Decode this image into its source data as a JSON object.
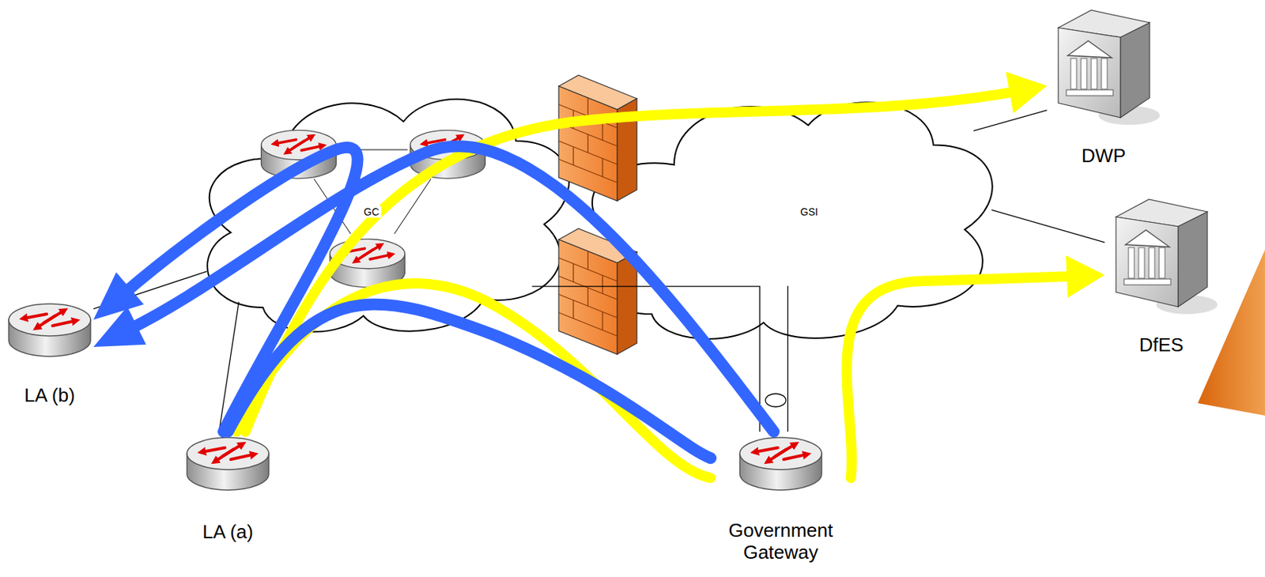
{
  "diagram": {
    "nodes": [
      {
        "text": [
          "GC"
        ]
      },
      {
        "text": [
          "GSI"
        ]
      },
      {
        "text": [
          "DWP"
        ]
      },
      {
        "text": [
          "LA (b)"
        ]
      },
      {
        "text": [
          "DfES"
        ]
      },
      {
        "text": [
          "LA (a)"
        ]
      },
      {
        "text": [
          "Government Gateway"
        ]
      }
    ],
    "edges": [
      {
        "from": 5,
        "to": 2,
        "arrow": "to"
      },
      {
        "from": 5,
        "to": 6,
        "arrow": "none"
      },
      {
        "from": 6,
        "to": 4,
        "arrow": "to"
      },
      {
        "from": 5,
        "to": 3,
        "arrow": "to"
      },
      {
        "from": 5,
        "to": 6,
        "arrow": "none"
      },
      {
        "from": 6,
        "to": 3,
        "arrow": "to"
      },
      {
        "from": 3,
        "to": 0,
        "arrow": "none"
      },
      {
        "from": 5,
        "to": 0,
        "arrow": "none"
      },
      {
        "from": 6,
        "to": 0,
        "arrow": "none"
      },
      {
        "from": 6,
        "to": 1,
        "arrow": "none"
      },
      {
        "from": 2,
        "to": 1,
        "arrow": "none"
      },
      {
        "from": 4,
        "to": 1,
        "arrow": "none"
      }
    ]
  }
}
